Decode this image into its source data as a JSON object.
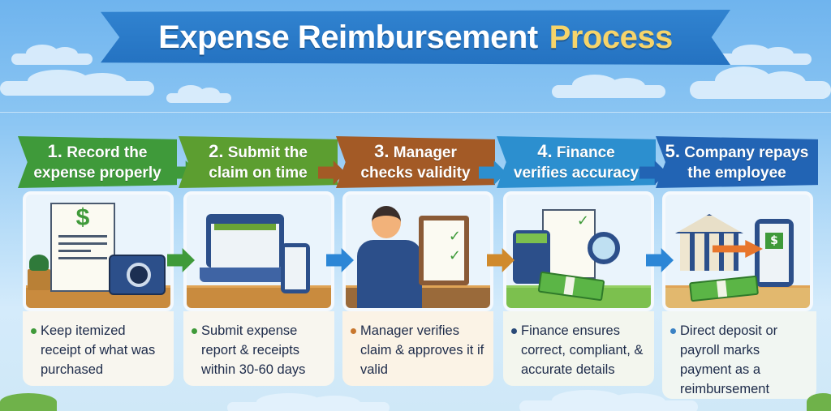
{
  "title": {
    "part1": "Expense Reimbursement",
    "part2": "Process",
    "banner_color": "#2a78c6",
    "accent_color": "#f6d46a"
  },
  "steps": [
    {
      "number": "1.",
      "line1": "Record the",
      "line2": "expense properly",
      "color": "#3f9a3a",
      "illustration": [
        "receipt-dollar-icon",
        "camera-icon",
        "plant-icon"
      ],
      "description": "Keep itemized receipt of what was purchased",
      "bullet_color": "#3f9a3a"
    },
    {
      "number": "2.",
      "line1": "Submit the",
      "line2": "claim on time",
      "color": "#5c9e30",
      "illustration": [
        "laptop-icon",
        "smartphone-icon"
      ],
      "description": "Submit expense report & receipts within 30-60 days",
      "bullet_color": "#3f9a3a"
    },
    {
      "number": "3.",
      "line1": "Manager",
      "line2": "checks validity",
      "color": "#a35a26",
      "illustration": [
        "manager-icon",
        "clipboard-checklist-icon"
      ],
      "description": "Manager verifies claim & approves it if valid",
      "bullet_color": "#c8772e"
    },
    {
      "number": "4.",
      "line1": "Finance",
      "line2": "verifies accuracy",
      "color": "#2c8fcf",
      "illustration": [
        "calculator-icon",
        "document-check-icon",
        "magnifier-icon",
        "cash-stack-icon"
      ],
      "description": "Finance ensures correct, compliant, & accurate details",
      "bullet_color": "#2a4a78"
    },
    {
      "number": "5.",
      "line1": "Company repays",
      "line2": "the employee",
      "color": "#2264b4",
      "illustration": [
        "bank-icon",
        "transfer-arrow-icon",
        "smartphone-payment-icon",
        "cash-stack-icon"
      ],
      "description": "Direct deposit or payroll marks payment as a reimbursement",
      "bullet_color": "#3b82c4"
    }
  ],
  "arrows": [
    {
      "color": "#3f9a3a"
    },
    {
      "color": "#2c86d6"
    },
    {
      "color": "#d08a2c"
    },
    {
      "color": "#2c86d6"
    }
  ]
}
